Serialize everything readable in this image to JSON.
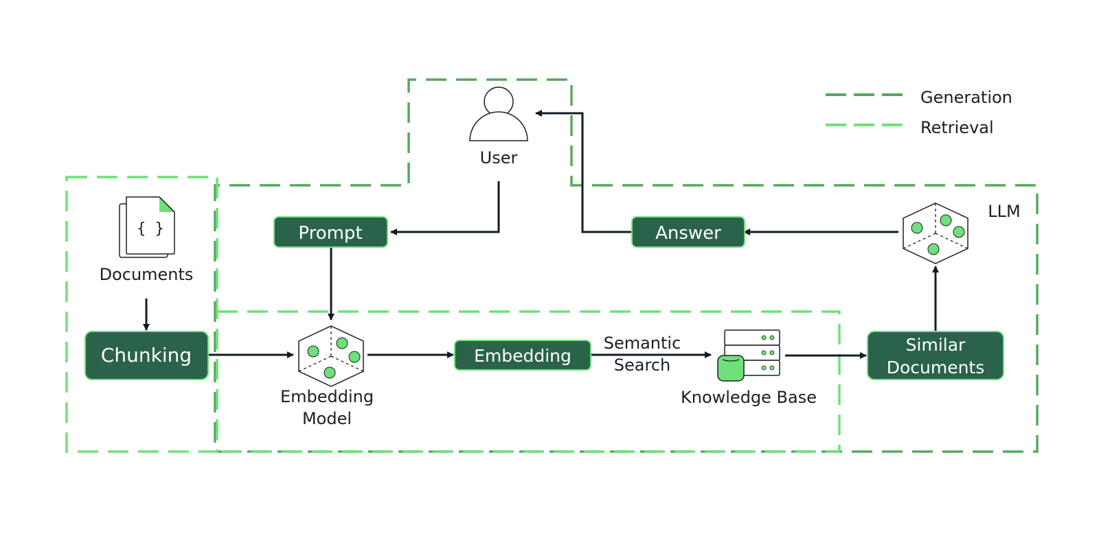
{
  "legend": {
    "generation": {
      "label": "Generation",
      "color": "#57a85f"
    },
    "retrieval": {
      "label": "Retrieval",
      "color": "#6fe07a"
    }
  },
  "colors": {
    "box_fill": "#2a634a",
    "box_border": "#6fe07a",
    "arrow": "#0f1c26",
    "accent_green": "#6fe07a",
    "icon_stroke": "#1a1f24"
  },
  "nodes": {
    "user": {
      "label": "User"
    },
    "documents": {
      "label": "Documents"
    },
    "prompt": {
      "label": "Prompt"
    },
    "answer": {
      "label": "Answer"
    },
    "llm": {
      "label": "LLM"
    },
    "chunking": {
      "label": "Chunking"
    },
    "embedding_model": {
      "label_line1": "Embedding",
      "label_line2": "Model"
    },
    "embedding": {
      "label": "Embedding"
    },
    "semantic_search": {
      "label_line1": "Semantic",
      "label_line2": "Search"
    },
    "knowledge_base": {
      "label": "Knowledge Base"
    },
    "similar_documents": {
      "label_line1": "Similar",
      "label_line2": "Documents"
    }
  }
}
